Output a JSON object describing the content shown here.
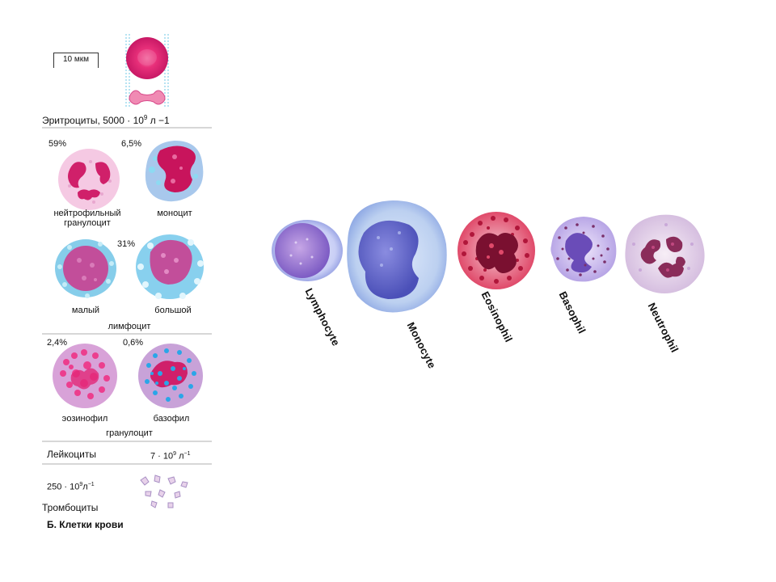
{
  "left_panel": {
    "scale_bar_label": "10 мкм",
    "erythrocytes": {
      "label": "Эритроциты, 5000 · 10",
      "exp": "9",
      "unit": " л −1"
    },
    "neutrophil": {
      "percent": "59%",
      "label_line1": "нейтрофильный",
      "label_line2": "гранулоцит"
    },
    "monocyte": {
      "percent": "6,5%",
      "label": "моноцит"
    },
    "lymphocytes": {
      "percent": "31%",
      "small": "малый",
      "large": "большой",
      "group": "лимфоцит"
    },
    "eosinophil": {
      "percent": "2,4%",
      "label": "эозинофил"
    },
    "basophil": {
      "percent": "0,6%",
      "label": "базофил"
    },
    "granulocyte_group": "гранулоцит",
    "leukocytes": {
      "label": "Лейкоциты",
      "value": "7 · 10",
      "exp": "9",
      "unit": " л",
      "unit_exp": "−1"
    },
    "platelets": {
      "value": "250 · 10",
      "exp": "9",
      "unit": "л",
      "unit_exp": "−1",
      "label": "Тромбоциты"
    },
    "caption": "Б. Клетки крови"
  },
  "right_panel": {
    "cells": [
      {
        "name": "Lymphocyte"
      },
      {
        "name": "Monocyte"
      },
      {
        "name": "Eosinophil"
      },
      {
        "name": "Basophil"
      },
      {
        "name": "Neutrophil"
      }
    ]
  },
  "colors": {
    "erythrocyte": "#e8307a",
    "nucleus_magenta": "#d0206a",
    "lymph_cytoplasm": "#8fd0ea",
    "lymph_nucleus": "#c24e9a",
    "monocyte_cytoplasm": "#b9cdf0",
    "monocyte_nucleus": "#5d62c8",
    "eosinophil_granules": "#b0163a",
    "basophil_nucleus": "#6a4cb8",
    "neutrophil_nucleus": "#8a2c5a"
  }
}
